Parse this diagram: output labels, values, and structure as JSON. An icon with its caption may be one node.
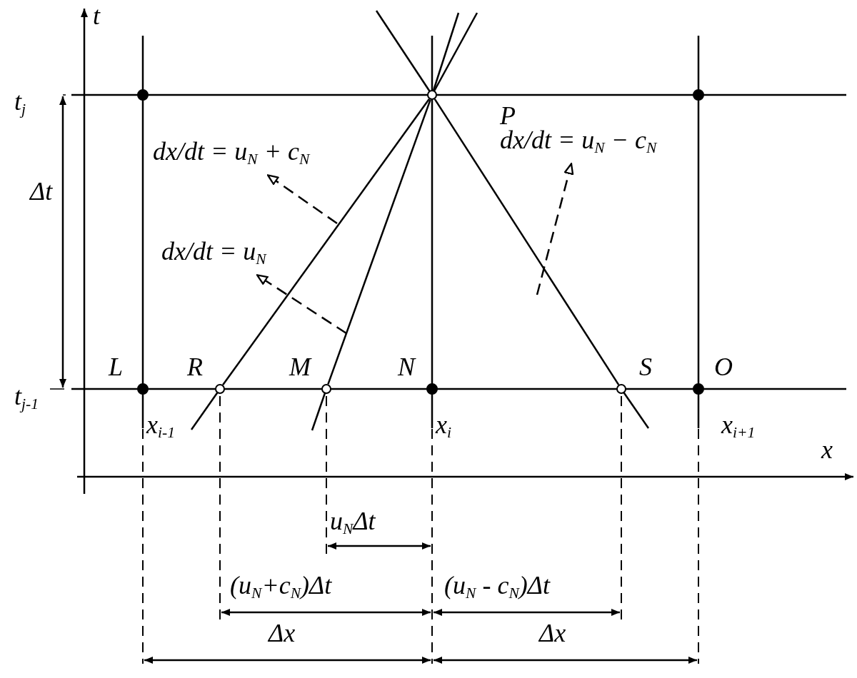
{
  "diagram": {
    "nodes": [
      {
        "text": [
          "P"
        ]
      },
      {
        "text": [
          "L"
        ]
      },
      {
        "text": [
          "R"
        ]
      },
      {
        "text": [
          "M"
        ]
      },
      {
        "text": [
          "N"
        ]
      },
      {
        "text": [
          "S"
        ]
      },
      {
        "text": [
          "O"
        ]
      },
      {
        "text": [],
        "shape": "circle"
      },
      {
        "text": [],
        "shape": "circle"
      },
      {
        "text": [
          "dx/dt = u$_{N}$ + c$_{N}$"
        ]
      },
      {
        "text": [
          "dx/dt = u$_{N}$"
        ]
      },
      {
        "text": [
          "dx/dt = u$_{N}$ − c$_{N}$"
        ]
      }
    ],
    "edges": [
      {
        "from": 2,
        "to": 0,
        "arrow": "none"
      },
      {
        "from": 3,
        "to": 0,
        "arrow": "none"
      },
      {
        "from": 5,
        "to": 0,
        "arrow": "none"
      },
      {
        "from": null,
        "to": 9,
        "arrow": "to",
        "style": "dashed"
      },
      {
        "from": null,
        "to": 10,
        "arrow": "to",
        "style": "dashed"
      },
      {
        "from": null,
        "to": 11,
        "arrow": "to",
        "style": "dashed"
      }
    ],
    "labels": [
      "t",
      "x",
      "t$_{j}$",
      "t$_{j-1}$",
      "Δt",
      "x$_{i-1}$",
      "x$_{i}$",
      "x$_{i+1}$",
      "u$_{N}$Δt",
      "(u$_{N}$+c$_{N}$)Δt",
      "(u$_{N}$ - c$_{N}$)Δt",
      "Δx",
      "Δx"
    ]
  }
}
